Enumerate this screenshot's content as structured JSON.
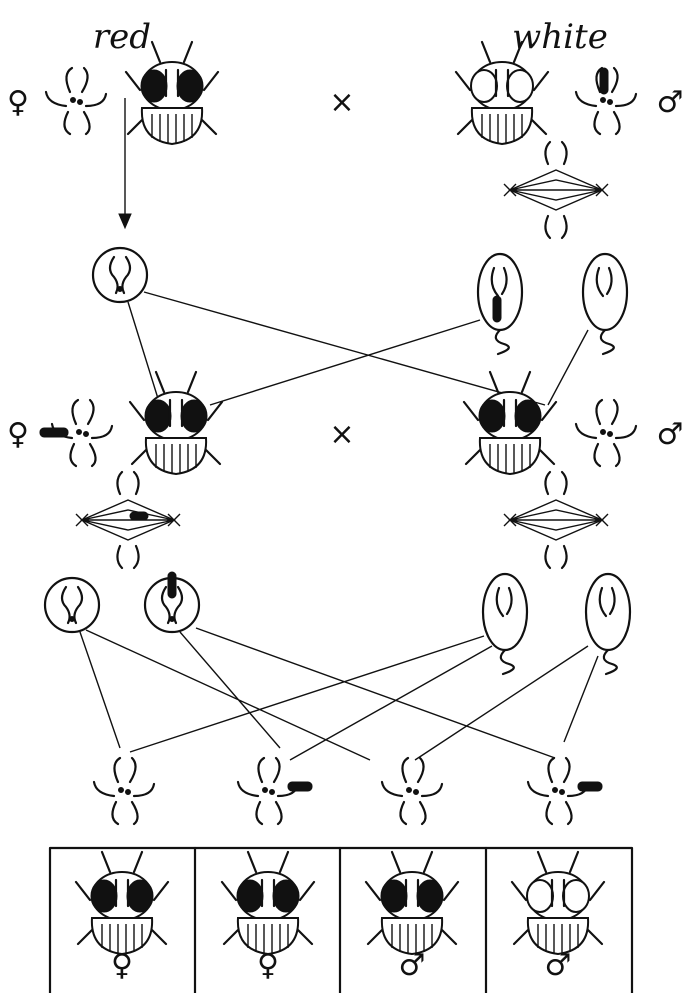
{
  "labels": {
    "parent_left": "red",
    "parent_right": "white",
    "cross": "×",
    "female": "♀",
    "male": "♂"
  },
  "offspring_table": {
    "cells": [
      {
        "sex": "♀",
        "eye": "red"
      },
      {
        "sex": "♀",
        "eye": "red"
      },
      {
        "sex": "♂",
        "eye": "red"
      },
      {
        "sex": "♂",
        "eye": "white"
      }
    ]
  },
  "colors": {
    "ink": "#111111",
    "paper": "#ffffff"
  }
}
